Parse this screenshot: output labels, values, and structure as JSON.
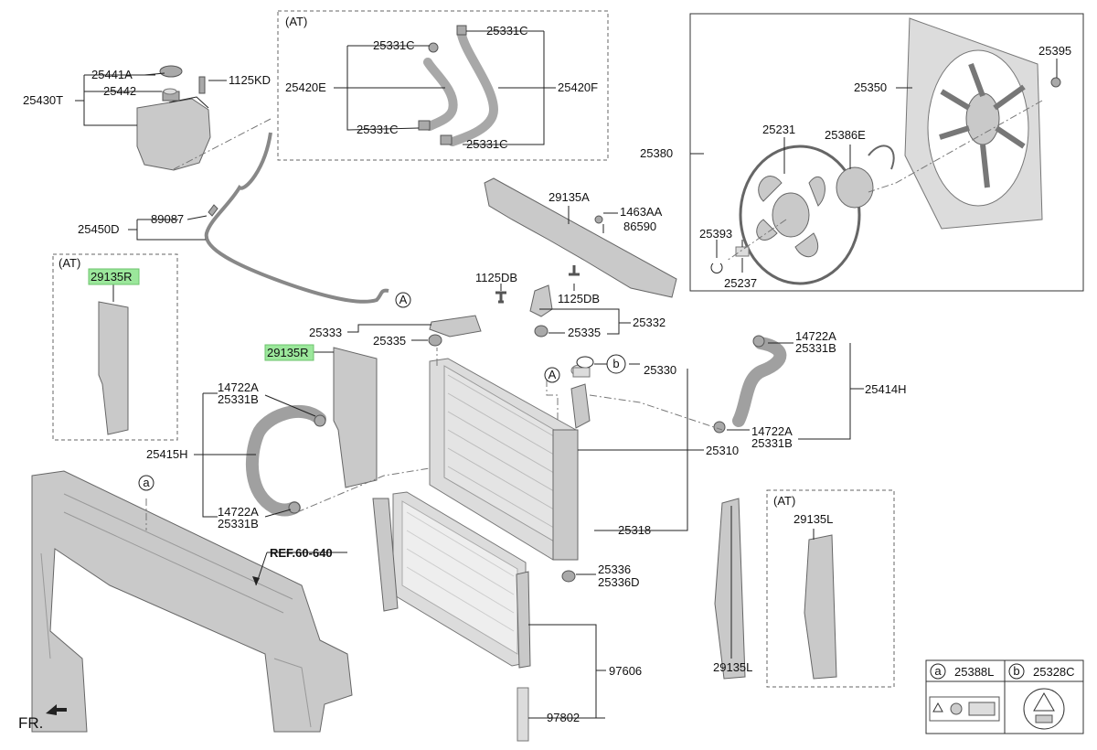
{
  "diagram_title": "",
  "sections": {
    "at_top": "(AT)",
    "at_left": "(AT)",
    "at_right": "(AT)"
  },
  "parts": {
    "p25441A": "25441A",
    "p25442": "25442",
    "p1125KD": "1125KD",
    "p25430T": "25430T",
    "p25331C_a": "25331C",
    "p25331C_b": "25331C",
    "p25331C_c": "25331C",
    "p25331C_d": "25331C",
    "p25420E": "25420E",
    "p25420F": "25420F",
    "p25395": "25395",
    "p25350": "25350",
    "p25380": "25380",
    "p25231": "25231",
    "p25386E": "25386E",
    "p25393": "25393",
    "p25237": "25237",
    "p89087": "89087",
    "p25450D": "25450D",
    "p29135A": "29135A",
    "p1463AA": "1463AA",
    "p86590": "86590",
    "p29135R_a": "29135R",
    "p29135R_b": "29135R",
    "p1125DB_a": "1125DB",
    "p1125DB_b": "1125DB",
    "p25333": "25333",
    "p25335_a": "25335",
    "p25335_b": "25335",
    "p25332": "25332",
    "p14722A_a": "14722A",
    "p25331B_a": "25331B",
    "p25414H": "25414H",
    "p25330": "25330",
    "p14722A_b": "14722A",
    "p25331B_b": "25331B",
    "p25415H": "25415H",
    "p14722A_c": "14722A",
    "p25331B_c": "25331B",
    "p14722A_d": "14722A",
    "p25331B_d": "25331B",
    "p25310": "25310",
    "p25318": "25318",
    "p29135L_a": "29135L",
    "p29135L_b": "29135L",
    "p25336": "25336",
    "p25336D": "25336D",
    "p97606": "97606",
    "p97802": "97802",
    "ref": "REF.60-640",
    "fr": "FR."
  },
  "callouts": {
    "A1": "A",
    "A2": "A",
    "a": "a",
    "b": "b"
  },
  "legend": {
    "a_letter": "a",
    "a_part": "25388L",
    "b_letter": "b",
    "b_part": "25328C"
  },
  "colors": {
    "highlight": "#9be79b",
    "part_fill": "#c9c9c9",
    "line": "#222222"
  }
}
